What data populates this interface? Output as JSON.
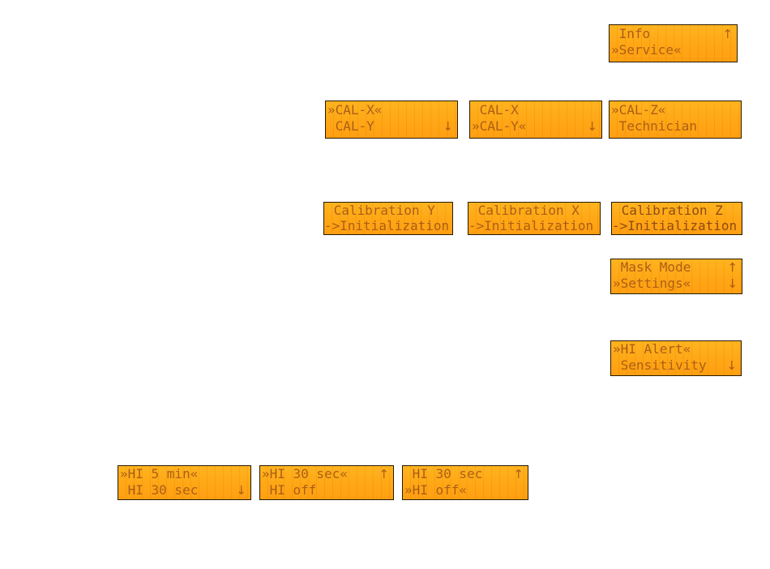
{
  "displays": {
    "info_service": {
      "line1": " Info",
      "line2": "»Service«",
      "arrow1": "↑",
      "arrow2": ""
    },
    "cal_x": {
      "line1": "»CAL-X«",
      "line2": " CAL-Y",
      "arrow1": "",
      "arrow2": "↓"
    },
    "cal_y": {
      "line1": " CAL-X",
      "line2": "»CAL-Y«",
      "arrow1": "",
      "arrow2": "↓"
    },
    "cal_z": {
      "line1": "»CAL-Z«",
      "line2": " Technician",
      "arrow1": "",
      "arrow2": ""
    },
    "calibration_y": {
      "line1": " Calibration Y",
      "line2": "->Initialization"
    },
    "calibration_x": {
      "line1": " Calibration X",
      "line2": "->Initialization"
    },
    "calibration_z": {
      "line1": " Calibration Z",
      "line2": "->Initialization"
    },
    "mask_settings": {
      "line1": " Mask Mode",
      "line2": "»Settings«",
      "arrow1": "↑",
      "arrow2": "↓"
    },
    "hi_alert": {
      "line1": "»HI Alert«",
      "line2": " Sensitivity",
      "arrow1": "",
      "arrow2": "↓"
    },
    "hi_5min": {
      "line1": "»HI 5 min«",
      "line2": " HI 30 sec",
      "arrow1": "",
      "arrow2": "↓"
    },
    "hi_30sec": {
      "line1": "»HI 30 sec«",
      "line2": " HI off",
      "arrow1": "↑",
      "arrow2": ""
    },
    "hi_off": {
      "line1": " HI 30 sec",
      "line2": "»HI off«",
      "arrow1": "↑",
      "arrow2": ""
    }
  },
  "colors": {
    "lcd_background": "#ffa20a",
    "lcd_text": "#a8560a",
    "lcd_border": "#2a1a00"
  }
}
